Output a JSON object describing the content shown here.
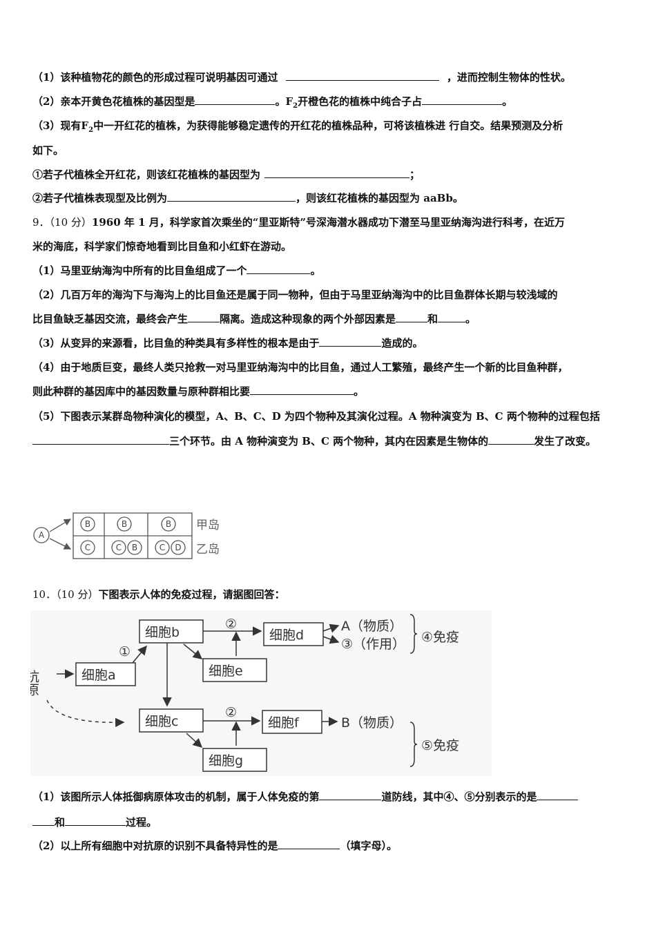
{
  "q8": {
    "p1": {
      "pre": "（1）该种植物花的颜色的形成过程可说明基因可通过",
      "post": "，进而控制生物体的性状。"
    },
    "p2": {
      "pre": "（2）亲本开黄色花植株的基因型是",
      "mid1": "。F",
      "sub": "2",
      "mid2": "开橙色花的植株中纯合子占",
      "post": "。"
    },
    "p3a": "（3）现有F",
    "p3sub": "2",
    "p3b": "中一开红花的植株，为获得能够稳定遗传的开红花的植株品种，可将该植株进 行自交。结果预测及分析",
    "p3c": "如下。",
    "r1": {
      "pre": "①若子代植株全开红花，则该红花植株的基因型为",
      "post": "；"
    },
    "r2": {
      "pre": "②若子代植株表现型及比例为",
      "post": "，则该红花植株的基因型为 aaBb。"
    }
  },
  "q9": {
    "head_num": "9．（10 分）",
    "head_text": "1960 年 1 月，科学家首次乘坐的“里亚斯特”号深海潜水器成功下潜至马里亚纳海沟进行科考，在近万",
    "head_text2": "米的海底，科学家们惊奇地看到比目鱼和小红虾在游动。",
    "p1": {
      "pre": "（1）马里亚纳海沟中所有的比目鱼组成了一个",
      "post": "。"
    },
    "p2a": "（2）几百万年的海沟下与海沟上的比目鱼还是属于同一物种，但由于马里亚纳海沟中的比目鱼群体长期与较浅域的",
    "p2b": {
      "pre": "比目鱼缺乏基因交流，最终会产生",
      "mid": "隔离。造成这种现象的两个外部因素是",
      "and": "和",
      "post": "。"
    },
    "p3": {
      "pre": "（3）从变异的来源看，比目鱼的种类具有多样性的根本是由于",
      "post": "造成的。"
    },
    "p4a": "（4）由于地质巨变，最终人类只抢救一对马里亚纳海沟中的比目鱼，通过人工繁殖，最终产生一个新的比目鱼种群，",
    "p4b": {
      "pre": "则此种群的基因库中的基因数量与原种群相比要",
      "post": "。"
    },
    "p5a": "（5）下图表示某群岛物种演化的模型，A、B、C、D 为四个物种及其演化过程。A 物种演变为 B、C 两个物种的过程包括",
    "p5b": {
      "mid": "三个环节。由 A 物种演变为 B、C 两个物种，其内在因素是生物体的",
      "post": "发生了改变。"
    }
  },
  "island_figure": {
    "source": "A",
    "row1": [
      "B",
      "B",
      "B"
    ],
    "row2": [
      [
        "C"
      ],
      [
        "C",
        "B"
      ],
      [
        "C",
        "D"
      ]
    ],
    "label1": "甲岛",
    "label2": "乙岛"
  },
  "q10": {
    "head_num": "10．（10 分）",
    "head_text": "下图表示人体的免疫过程，请据图回答：",
    "p1a": {
      "pre": "（1）该图所示人体抵御病原体攻击的机制，属于人体免疫的第",
      "mid": "道防线，其中④、⑤分别表示的是"
    },
    "p1b": {
      "and": "和",
      "post": "过程。"
    },
    "p2": {
      "pre": "（2）以上所有细胞中对抗原的识别不具备特异性的是",
      "post": "（填字母）。"
    }
  },
  "immune_figure": {
    "antigen": "抗原",
    "cell_a": "细胞a",
    "cell_b": "细胞b",
    "cell_c": "细胞c",
    "cell_d": "细胞d",
    "cell_e": "细胞e",
    "cell_f": "细胞f",
    "cell_g": "细胞g",
    "n1": "①",
    "n2": "②",
    "n2b": "②",
    "out_A": "A（物质）",
    "out_3": "③（作用）",
    "imm4": "④免疫",
    "out_B": "B（物质）",
    "imm5": "⑤免疫"
  }
}
